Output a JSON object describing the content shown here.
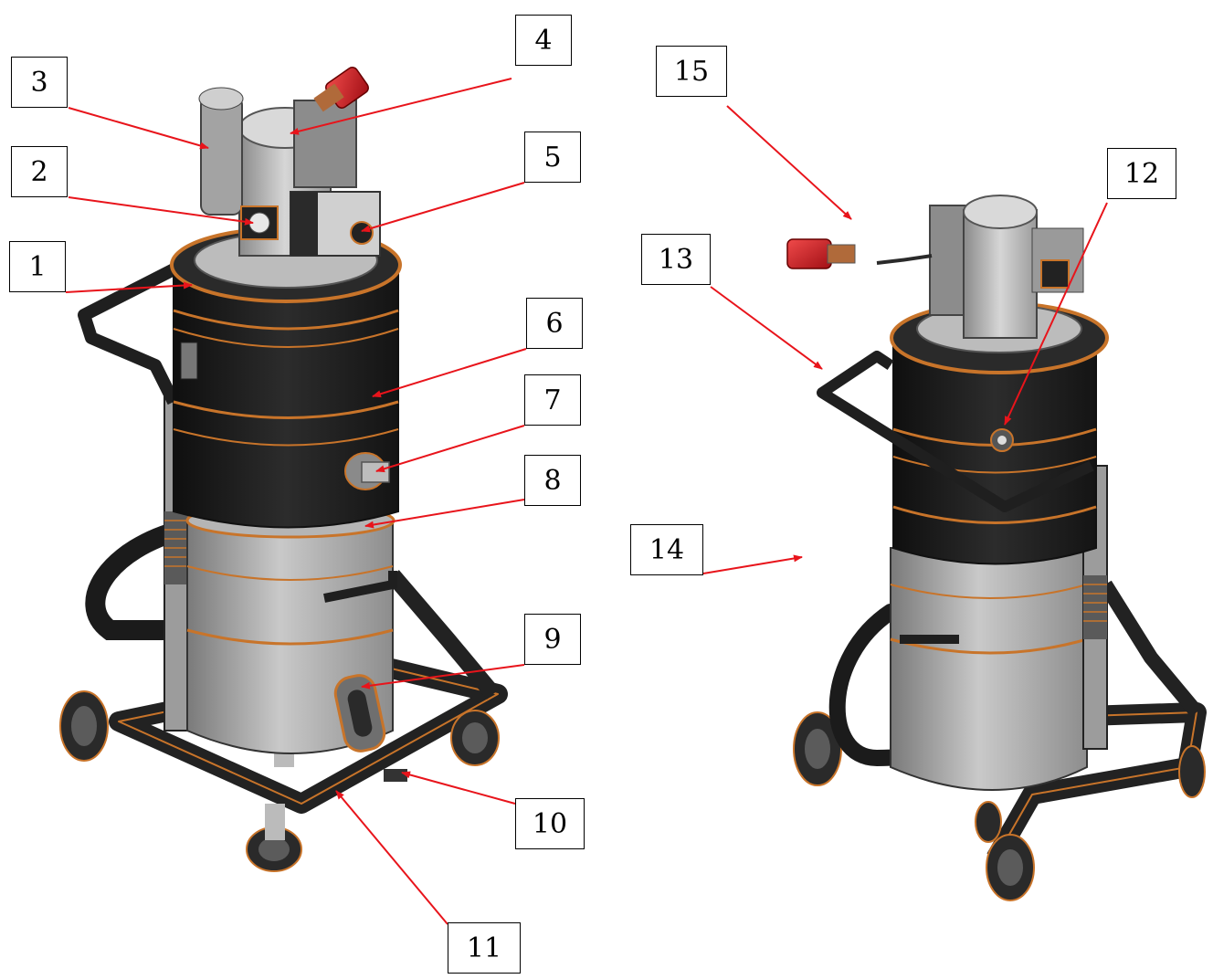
{
  "diagram": {
    "callouts": [
      {
        "id": "1",
        "label": "1"
      },
      {
        "id": "2",
        "label": "2"
      },
      {
        "id": "3",
        "label": "3"
      },
      {
        "id": "4",
        "label": "4"
      },
      {
        "id": "5",
        "label": "5"
      },
      {
        "id": "6",
        "label": "6"
      },
      {
        "id": "7",
        "label": "7"
      },
      {
        "id": "8",
        "label": "8"
      },
      {
        "id": "9",
        "label": "9"
      },
      {
        "id": "10",
        "label": "10"
      },
      {
        "id": "11",
        "label": "11"
      },
      {
        "id": "12",
        "label": "12"
      },
      {
        "id": "13",
        "label": "13"
      },
      {
        "id": "14",
        "label": "14"
      },
      {
        "id": "15",
        "label": "15"
      }
    ],
    "colors": {
      "arrow": "#e8141b",
      "drum_black": "#1c1c1c",
      "drum_grey": "#a9a9a9",
      "trim_orange": "#c8742a",
      "frame_black": "#222222",
      "plug_red": "#d11f25"
    }
  }
}
